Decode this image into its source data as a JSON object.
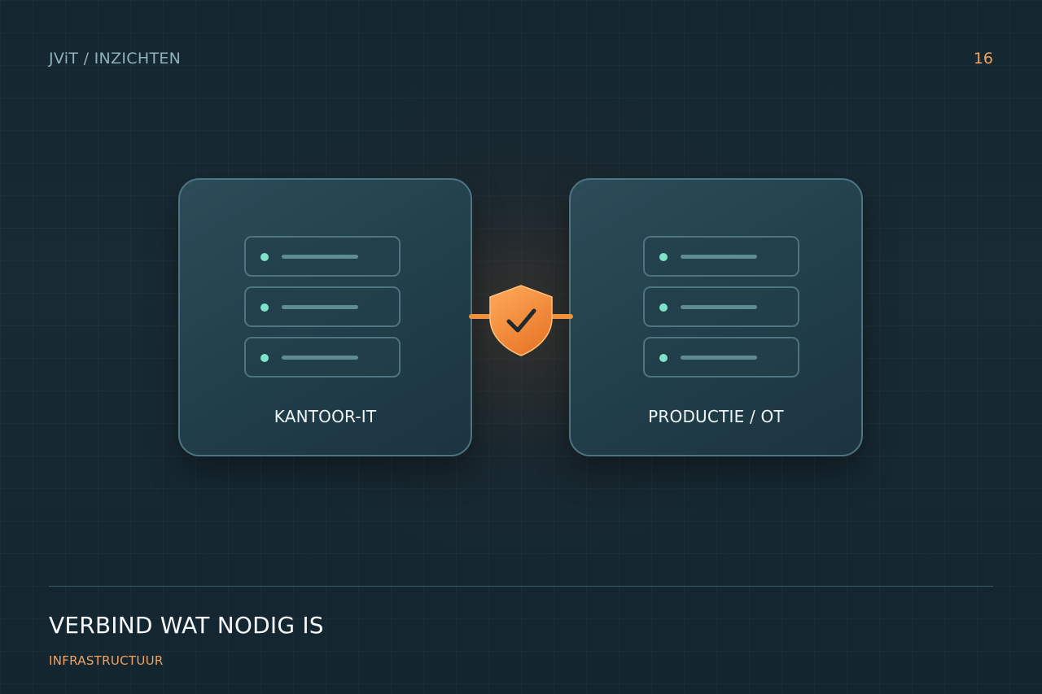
{
  "header": {
    "breadcrumb": "JViT / INZICHTEN",
    "page_number": "16"
  },
  "diagram": {
    "left_panel": {
      "label": "KANTOOR-IT",
      "rows": 3
    },
    "right_panel": {
      "label": "PRODUCTIE / OT",
      "rows": 3
    },
    "connector": {
      "icon": "shield-check-icon"
    }
  },
  "footer": {
    "title": "VERBIND WAT NODIG IS",
    "subtitle": "INFRASTRUCTUUR"
  },
  "colors": {
    "accent": "#f0913e",
    "status_dot": "#7fe3cc",
    "panel_border": "#4d7480",
    "background": "#142630"
  }
}
